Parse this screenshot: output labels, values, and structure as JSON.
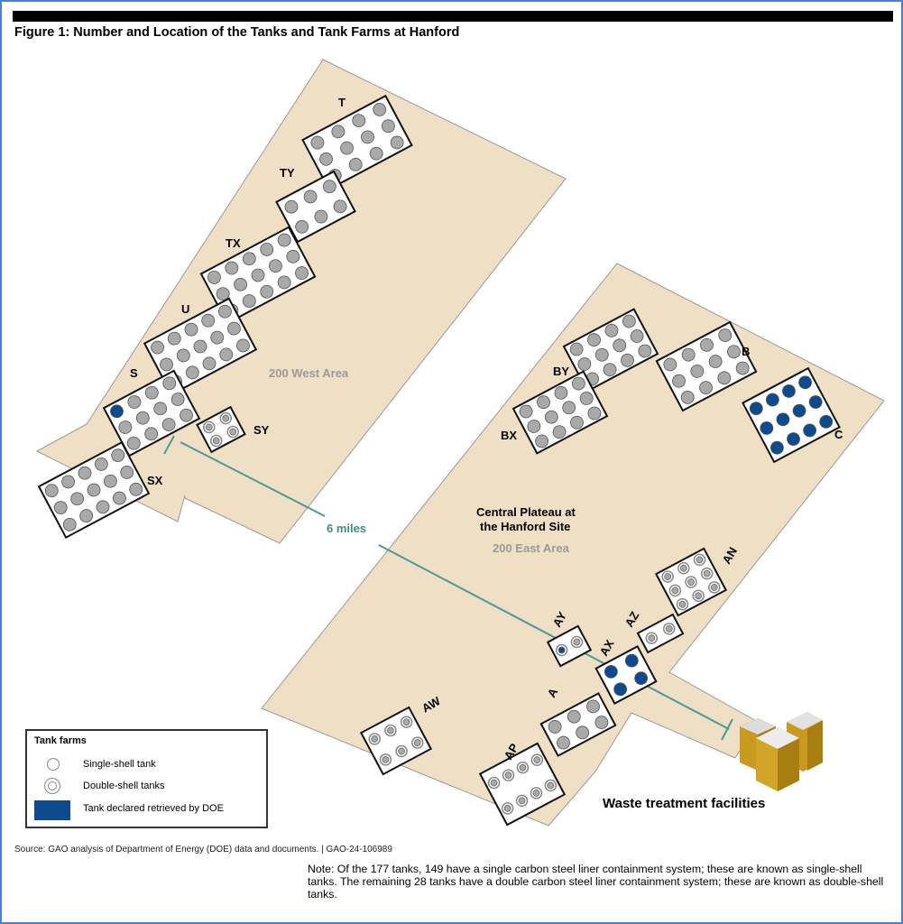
{
  "figure": {
    "title": "Figure 1: Number and Location of the Tanks and Tank Farms at Hanford",
    "source": "Source: GAO analysis of Department of Energy (DOE) data and documents.  |  GAO-24-106989",
    "note": "Note: Of the 177 tanks, 149 have a single carbon steel liner containment system; these are known as single-shell tanks. The remaining 28 tanks have a double carbon steel liner containment system; these are known as double-shell tanks."
  },
  "areas": {
    "west": "200 West Area",
    "east": "200 East Area",
    "plateau_line1": "Central Plateau at",
    "plateau_line2": "the Hanford Site"
  },
  "distance_label": "6 miles",
  "facility_label": "Waste treatment facilities",
  "farms": {
    "T": "T",
    "TY": "TY",
    "TX": "TX",
    "U": "U",
    "S": "S",
    "SY": "SY",
    "SX": "SX",
    "BY": "BY",
    "BX": "BX",
    "B": "B",
    "C": "C",
    "AN": "AN",
    "AY": "AY",
    "AZ": "AZ",
    "AX": "AX",
    "A": "A",
    "AW": "AW",
    "AP": "AP"
  },
  "legend": {
    "title": "Tank farms",
    "single": "Single-shell tank",
    "double": "Double-shell tanks",
    "retrieved": "Tank declared retrieved by DOE"
  },
  "colors": {
    "plateau": "#efe0c5",
    "retrieved": "#0d4a8e",
    "tank": "#a9a9a9",
    "distance_line": "#4a9a96",
    "building": "#c99a1e"
  }
}
